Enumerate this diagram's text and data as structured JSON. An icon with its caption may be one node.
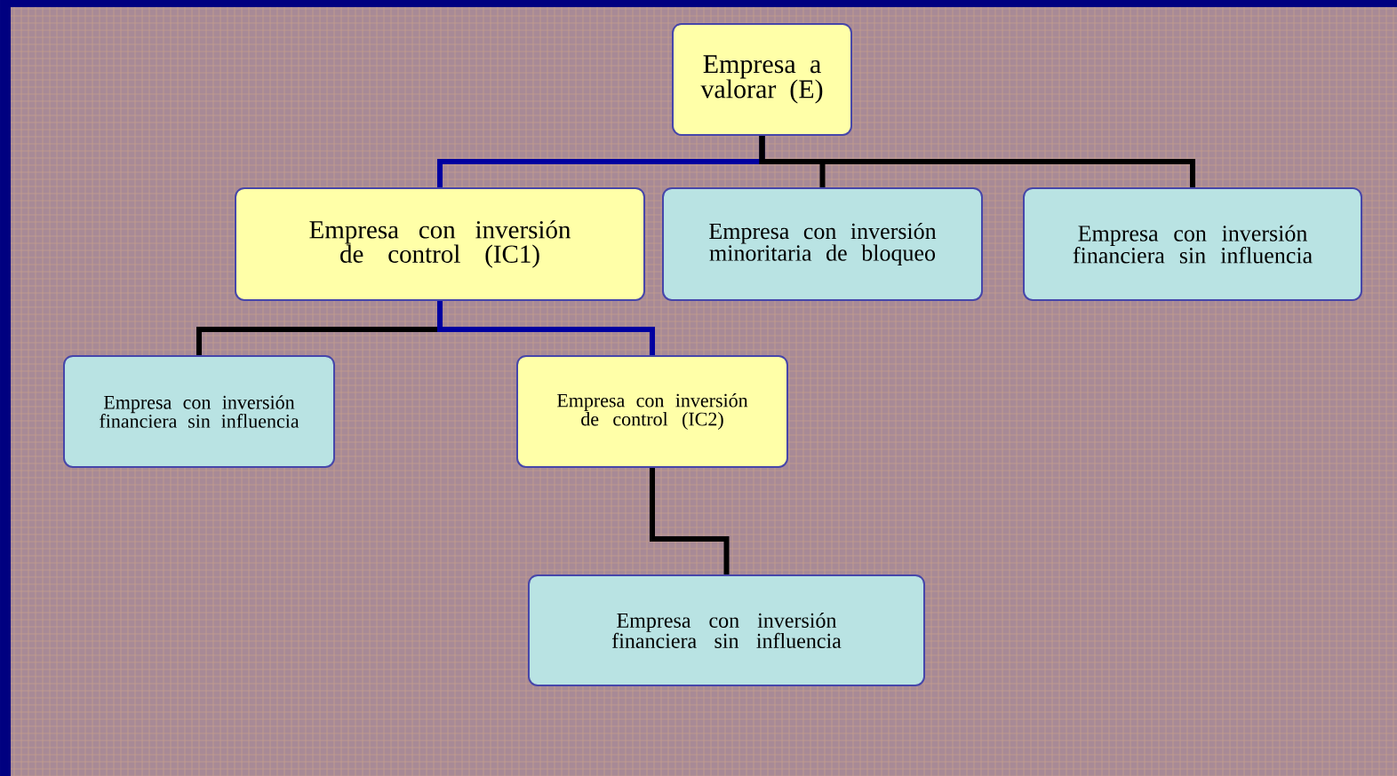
{
  "diagram": {
    "nodes": [
      {
        "text": [
          "Empresa a valorar (E)"
        ]
      },
      {
        "text": [
          "Empresa con inversión de control (IC1)"
        ]
      },
      {
        "text": [
          "Empresa con inversión minoritaria de bloqueo"
        ]
      },
      {
        "text": [
          "Empresa con inversión financiera sin influencia"
        ]
      },
      {
        "text": [
          "Empresa con inversión financiera sin influencia"
        ]
      },
      {
        "text": [
          "Empresa con inversión de control (IC2)"
        ]
      },
      {
        "text": [
          "Empresa con inversión financiera sin influencia"
        ]
      }
    ],
    "edges": [
      {
        "from": 0,
        "to": 1,
        "arrow": "none",
        "color": "#0000a0"
      },
      {
        "from": 0,
        "to": 2,
        "arrow": "none"
      },
      {
        "from": 0,
        "to": 3,
        "arrow": "none"
      },
      {
        "from": 1,
        "to": 4,
        "arrow": "none"
      },
      {
        "from": 1,
        "to": 5,
        "arrow": "none",
        "color": "#0000a0"
      },
      {
        "from": 5,
        "to": 6,
        "arrow": "none"
      }
    ]
  }
}
